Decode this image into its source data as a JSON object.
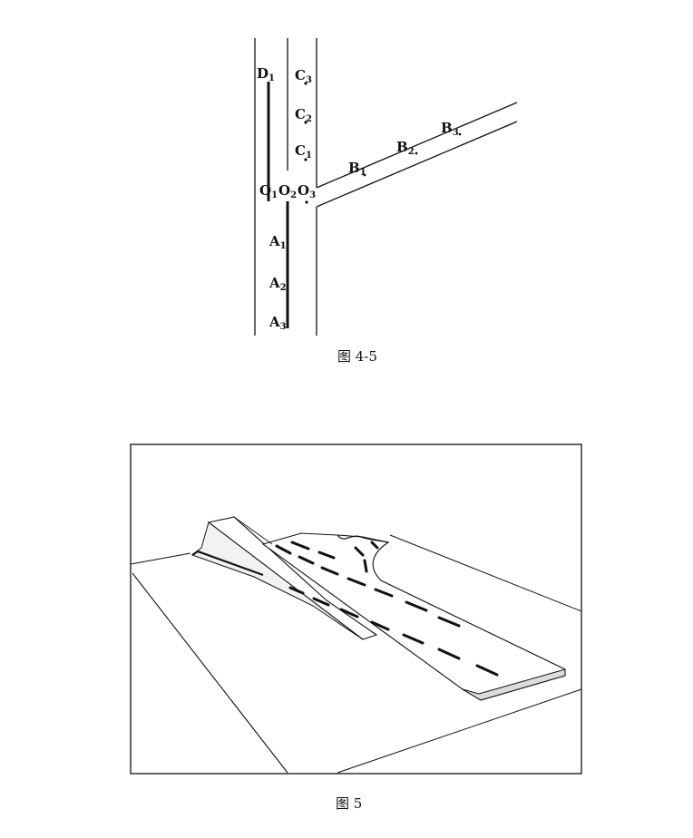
{
  "figure1": {
    "caption": "图 4-5",
    "labels": {
      "D1": {
        "base": "D",
        "sub": "1"
      },
      "C3": {
        "base": "C",
        "sub": "3"
      },
      "C2": {
        "base": "C",
        "sub": "2"
      },
      "C1": {
        "base": "C",
        "sub": "1"
      },
      "B1": {
        "base": "B",
        "sub": "1"
      },
      "B2": {
        "base": "B",
        "sub": "2"
      },
      "B3": {
        "base": "B",
        "sub": "3"
      },
      "O1": {
        "base": "O",
        "sub": "1"
      },
      "O2": {
        "base": "O",
        "sub": "2"
      },
      "O3": {
        "base": "O",
        "sub": "3"
      },
      "A1": {
        "base": "A",
        "sub": "1"
      },
      "A2": {
        "base": "A",
        "sub": "2"
      },
      "A3": {
        "base": "A",
        "sub": "3"
      }
    }
  },
  "figure2": {
    "caption": "图 5"
  }
}
